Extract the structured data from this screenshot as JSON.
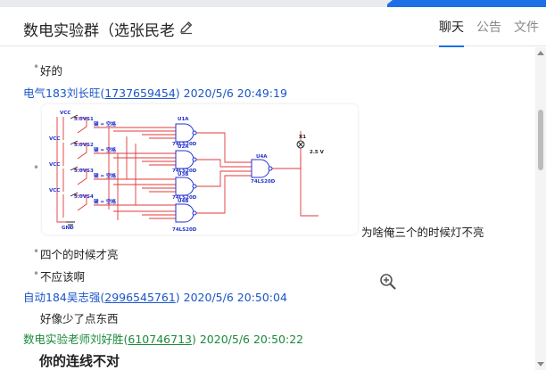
{
  "header": {
    "title": "数电实验群（选张民老",
    "tabs": [
      {
        "label": "聊天",
        "active": true
      },
      {
        "label": "公告",
        "active": false
      },
      {
        "label": "文件",
        "active": false
      }
    ]
  },
  "messages": {
    "m1": {
      "text": "好的"
    },
    "s1": {
      "name": "电气183刘长旺",
      "qq": "1737659454",
      "time": "2020/5/6 20:49:19"
    },
    "img_caption": "为啥俺三个的时候灯不亮",
    "circuit": {
      "vcc": "VCC",
      "gnd": "GND",
      "volt": "5.0V",
      "s_labels": [
        "S1",
        "S2",
        "S3",
        "S4"
      ],
      "key_labels": [
        "键 = 空格",
        "键 = 空格",
        "键 = 空格",
        "键 = 空格"
      ],
      "u_labels": [
        "U1A",
        "U2A",
        "U3B",
        "U4B"
      ],
      "u_parts": [
        "74LS20D",
        "74LS20D",
        "74LS20D",
        "74LS20D"
      ],
      "u_final": "U4A",
      "u_final_part": "74LS20D",
      "lamp": "X1",
      "lamp_v": "2.5 V"
    },
    "m2": {
      "text": "四个的时候才亮"
    },
    "m3": {
      "text": "不应该啊"
    },
    "s2": {
      "name": "自动184吴志强",
      "qq": "2996545761",
      "time": "2020/5/6 20:50:04"
    },
    "m4": {
      "text": "好像少了点东西"
    },
    "s3": {
      "name": "数电实验老师刘好胜",
      "qq": "610746713",
      "time": "2020/5/6 20:50:22"
    },
    "m5": {
      "text": "你的连线不对"
    }
  },
  "colors": {
    "accent": "#1e6fe6",
    "sender": "#1b55c7",
    "teacher": "#1a8a3a",
    "wire": "#e0383a",
    "chip": "#2233cc"
  }
}
